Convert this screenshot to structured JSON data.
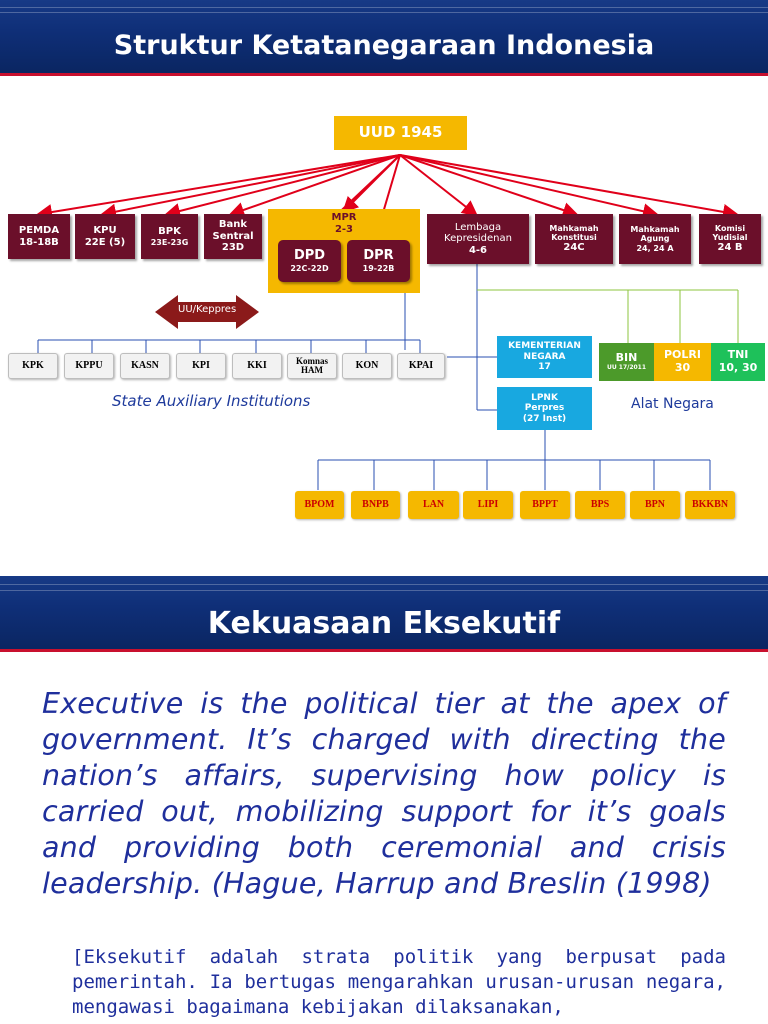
{
  "slide1": {
    "title": "Struktur Ketatanegaraan Indonesia",
    "uud": "UUD 1945",
    "top_row": [
      {
        "name": "PEMDA",
        "ref": "18-18B"
      },
      {
        "name": "KPU",
        "ref": "22E (5)"
      },
      {
        "name": "BPK",
        "ref": "23E-23G"
      },
      {
        "name": "Bank Sentral",
        "ref": "23D"
      }
    ],
    "mpr": {
      "name": "MPR",
      "ref": "2-3"
    },
    "dpd": {
      "name": "DPD",
      "ref": "22C-22D"
    },
    "dpr": {
      "name": "DPR",
      "ref": "19-22B"
    },
    "presidency": {
      "name": "Lembaga Kepresidenan",
      "ref": "4-6"
    },
    "right_row": [
      {
        "name": "Mahkamah Konstitusi",
        "ref": "24C"
      },
      {
        "name": "Mahkamah Agung",
        "ref": "24, 24 A"
      },
      {
        "name": "Komisi Yudisial",
        "ref": "24 B"
      }
    ],
    "arrow_label": "UU/Keppres",
    "auxiliary": [
      "KPK",
      "KPPU",
      "KASN",
      "KPI",
      "KKI",
      "Komnas HAM",
      "KON",
      "KPAI"
    ],
    "auxiliary_label": "State Auxiliary Institutions",
    "kementerian": {
      "name": "KEMENTERIAN NEGARA",
      "ref": "17"
    },
    "lpnk": {
      "name": "LPNK",
      "sub": "Perpres",
      "ref": "(27 Inst)"
    },
    "bin": {
      "name": "BIN",
      "ref": "UU 17/2011"
    },
    "polri": {
      "name": "POLRI",
      "ref": "30"
    },
    "tni": {
      "name": "TNI",
      "ref": "10, 30"
    },
    "alat_label": "Alat Negara",
    "lpnk_members": [
      "BPOM",
      "BNPB",
      "LAN",
      "LIPI",
      "BPPT",
      "BPS",
      "BPN",
      "BKKBN"
    ]
  },
  "slide2": {
    "title": "Kekuasaan Eksekutif",
    "quote": "Executive is the political tier at the apex of government. It’s charged with directing the nation’s affairs, supervising how policy is carried out, mobilizing support for it’s goals and providing both ceremonial and crisis leadership. (Hague, Harrup and Breslin (1998)",
    "translation": "[Eksekutif adalah strata politik yang berpusat pada pemerintah. Ia bertugas mengarahkan urusan-urusan negara, mengawasi bagaimana kebijakan dilaksanakan,"
  },
  "colors": {
    "banner": "#0f2f78",
    "accent": "#c8102e",
    "maroon": "#6b0f2a",
    "gold": "#f5b800",
    "cyan": "#18a8e0",
    "text_blue": "#1f2f9c"
  }
}
